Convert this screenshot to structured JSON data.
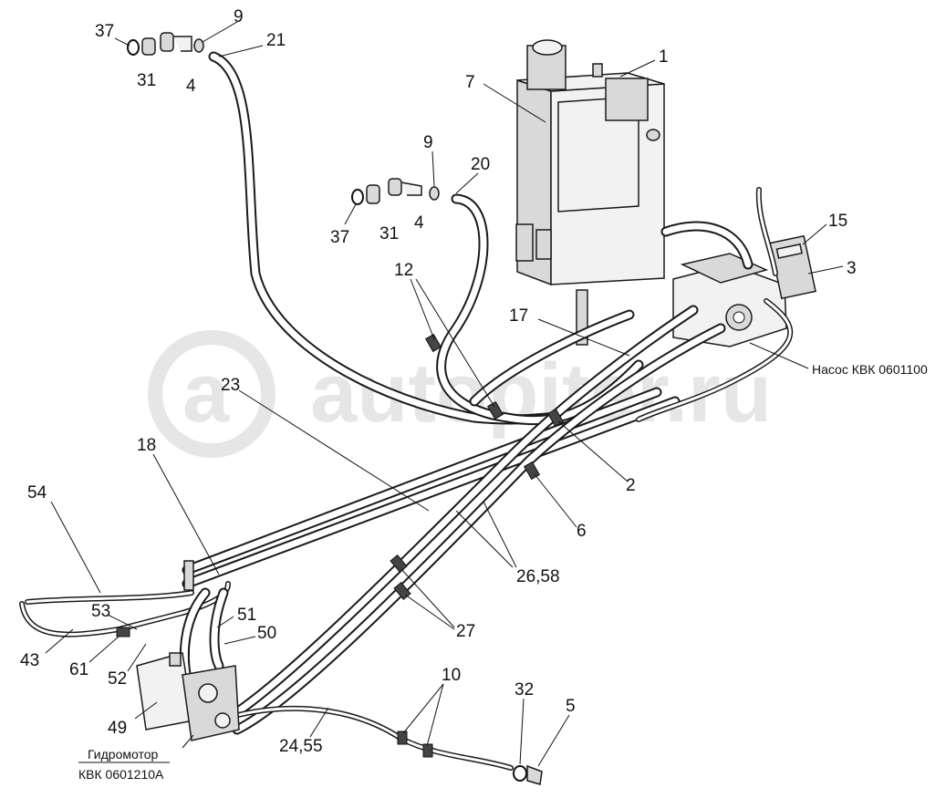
{
  "watermark": "autopiter.ru",
  "watermark_logo": "a",
  "captions": {
    "pump": "Насос КВК 0601100",
    "motor_line1": "Гидромотор",
    "motor_line2": "КВК 0601210А"
  },
  "callouts": {
    "c1": "1",
    "c7": "7",
    "c9a": "9",
    "c21": "21",
    "c37a": "37",
    "c31a": "31",
    "c4a": "4",
    "c9b": "9",
    "c20": "20",
    "c37b": "37",
    "c31b": "31",
    "c4b": "4",
    "c15": "15",
    "c3": "3",
    "c12": "12",
    "c17": "17",
    "c23": "23",
    "c18": "18",
    "c2": "2",
    "c6": "6",
    "c2658": "26,58",
    "c54": "54",
    "c53": "53",
    "c51": "51",
    "c50": "50",
    "c27": "27",
    "c43": "43",
    "c61": "61",
    "c52": "52",
    "c49": "49",
    "c10": "10",
    "c32": "32",
    "c5": "5",
    "c2455": "24,55"
  }
}
